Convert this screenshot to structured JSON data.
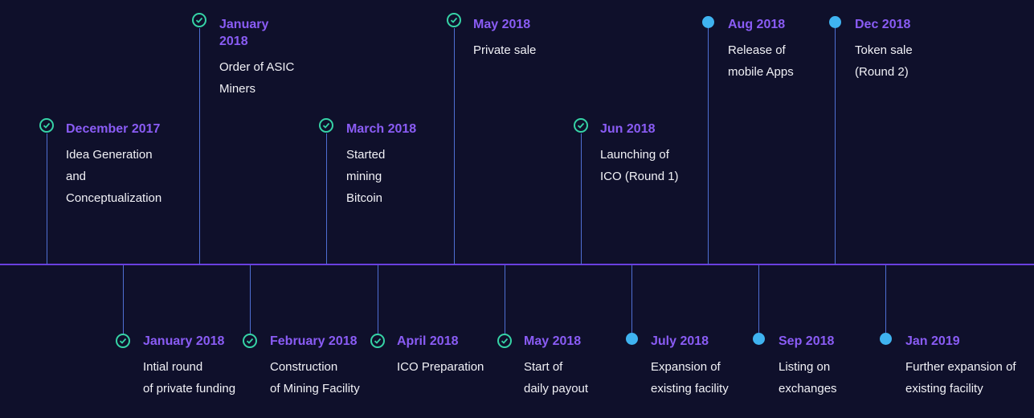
{
  "milestones": [
    {
      "date": "December 2017",
      "desc": "Idea Generation\nand\nConceptualization",
      "status": "done"
    },
    {
      "date": "January 2018",
      "desc": "Intial round\nof private funding",
      "status": "done"
    },
    {
      "date": "January\n2018",
      "desc": "Order of ASIC\nMiners",
      "status": "done"
    },
    {
      "date": "February 2018",
      "desc": "Construction\nof Mining Facility",
      "status": "done"
    },
    {
      "date": "March 2018",
      "desc": "Started\nmining\nBitcoin",
      "status": "done"
    },
    {
      "date": "April 2018",
      "desc": "ICO Preparation",
      "status": "done"
    },
    {
      "date": "May 2018",
      "desc": "Private sale",
      "status": "done"
    },
    {
      "date": "May 2018",
      "desc": "Start of\ndaily payout",
      "status": "done"
    },
    {
      "date": "Jun 2018",
      "desc": "Launching of\nICO (Round 1)",
      "status": "done"
    },
    {
      "date": "July 2018",
      "desc": "Expansion of\nexisting facility",
      "status": "upcoming"
    },
    {
      "date": "Aug 2018",
      "desc": "Release of\nmobile Apps",
      "status": "upcoming"
    },
    {
      "date": "Sep 2018",
      "desc": "Listing on\nexchanges",
      "status": "upcoming"
    },
    {
      "date": "Dec 2018",
      "desc": "Token sale\n(Round 2)",
      "status": "upcoming"
    },
    {
      "date": "Jan 2019",
      "desc": "Further expansion of\nexisting facility",
      "status": "upcoming"
    }
  ],
  "colors": {
    "background": "#0f102b",
    "axis": "#6a3fe0",
    "date": "#8a5cf5",
    "done_marker": "#36d3a6",
    "upcoming_marker": "#3fb3f0"
  },
  "icons": {
    "done": "check-circle-icon",
    "upcoming": "dot-icon"
  }
}
